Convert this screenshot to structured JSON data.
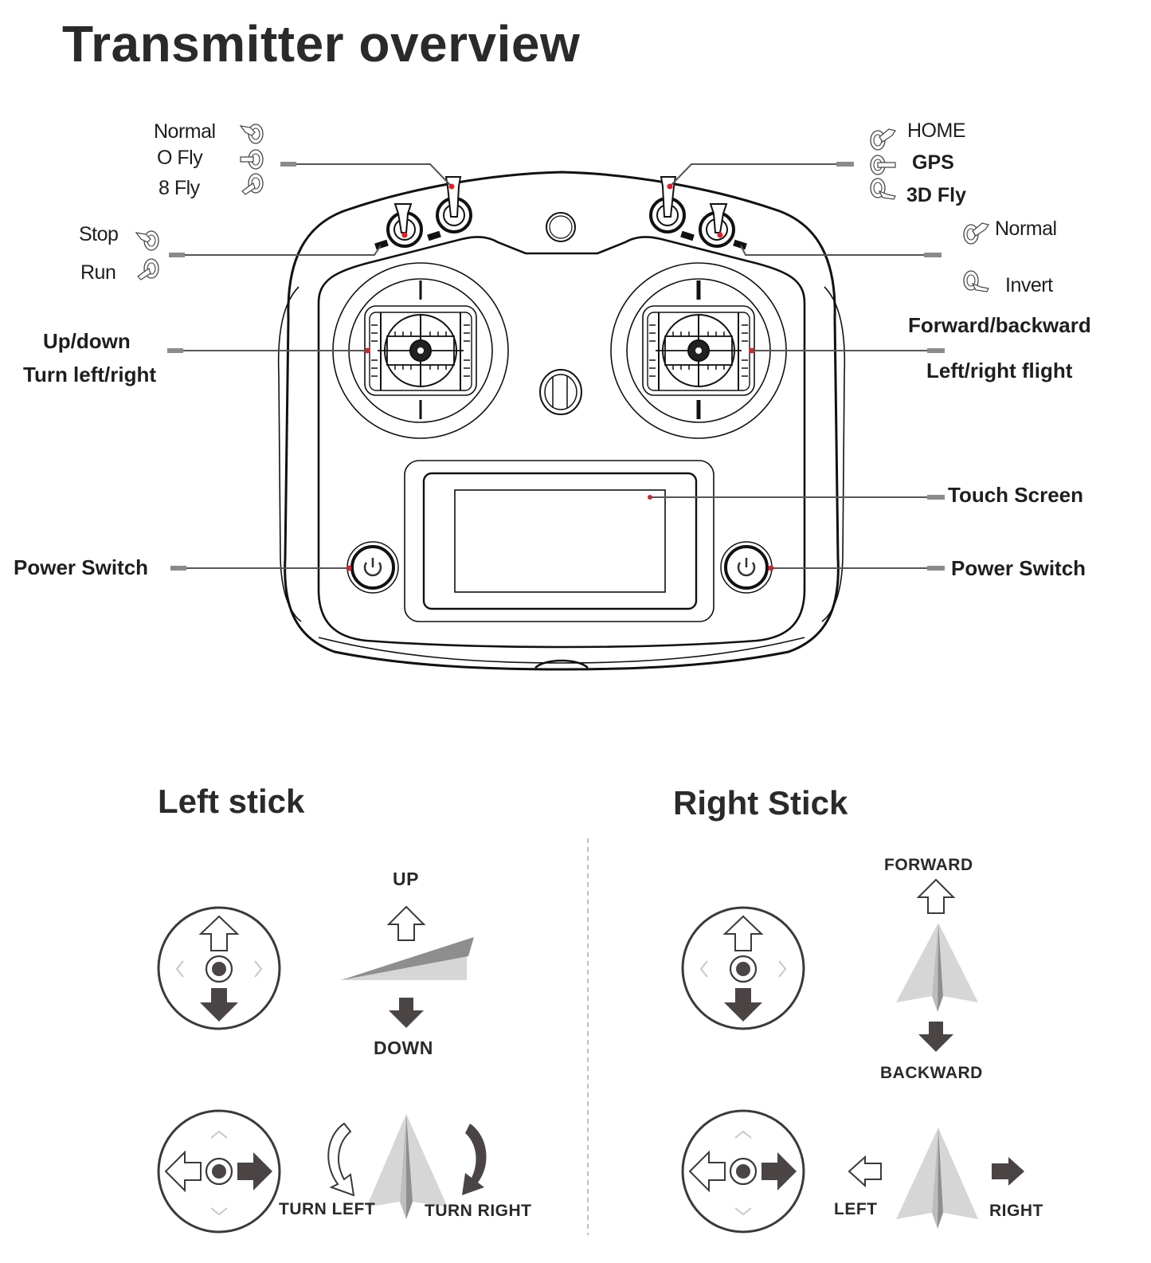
{
  "title": "Transmitter overview",
  "colors": {
    "line": "#111111",
    "leader": "#555555",
    "leader_tip": "#8a8a8a",
    "marker": "#e0202a",
    "arrow_dark": "#4a4444",
    "plane_light": "#d6d6d6",
    "plane_mid": "#bdbdbd",
    "plane_dark": "#8e8e8e",
    "chevron": "#c8c8c8"
  },
  "callouts": {
    "left_mode_switch": {
      "positions": [
        {
          "label": "Normal",
          "icon": "toggle-up-left-icon"
        },
        {
          "label": "O Fly",
          "icon": "toggle-center-icon"
        },
        {
          "label": "8 Fly",
          "icon": "toggle-down-left-icon"
        }
      ]
    },
    "left_throttle_switch": {
      "positions": [
        {
          "label": "Stop",
          "icon": "toggle-up-left-icon"
        },
        {
          "label": "Run",
          "icon": "toggle-down-left-icon"
        }
      ]
    },
    "right_mode_switch": {
      "positions": [
        {
          "label": "HOME",
          "icon": "toggle-up-right-icon"
        },
        {
          "label": "GPS",
          "icon": "toggle-center-icon"
        },
        {
          "label": "3D Fly",
          "icon": "toggle-down-right-icon"
        }
      ]
    },
    "right_invert_switch": {
      "positions": [
        {
          "label": "Normal",
          "icon": "toggle-up-right-icon"
        },
        {
          "label": "Invert",
          "icon": "toggle-down-right-icon"
        }
      ]
    },
    "left_stick": {
      "line1": "Up/down",
      "line2": "Turn left/right"
    },
    "right_stick": {
      "line1": "Forward/backward",
      "line2": "Left/right flight"
    },
    "touch_screen": "Touch Screen",
    "left_power": "Power Switch",
    "right_power": "Power Switch"
  },
  "left_stick_section": {
    "title": "Left stick",
    "vertical": {
      "up": "UP",
      "down": "DOWN"
    },
    "horizontal": {
      "left": "TURN LEFT",
      "right": "TURN RIGHT"
    }
  },
  "right_stick_section": {
    "title": "Right Stick",
    "vertical": {
      "up": "FORWARD",
      "down": "BACKWARD"
    },
    "horizontal": {
      "left": "LEFT",
      "right": "RIGHT"
    }
  }
}
